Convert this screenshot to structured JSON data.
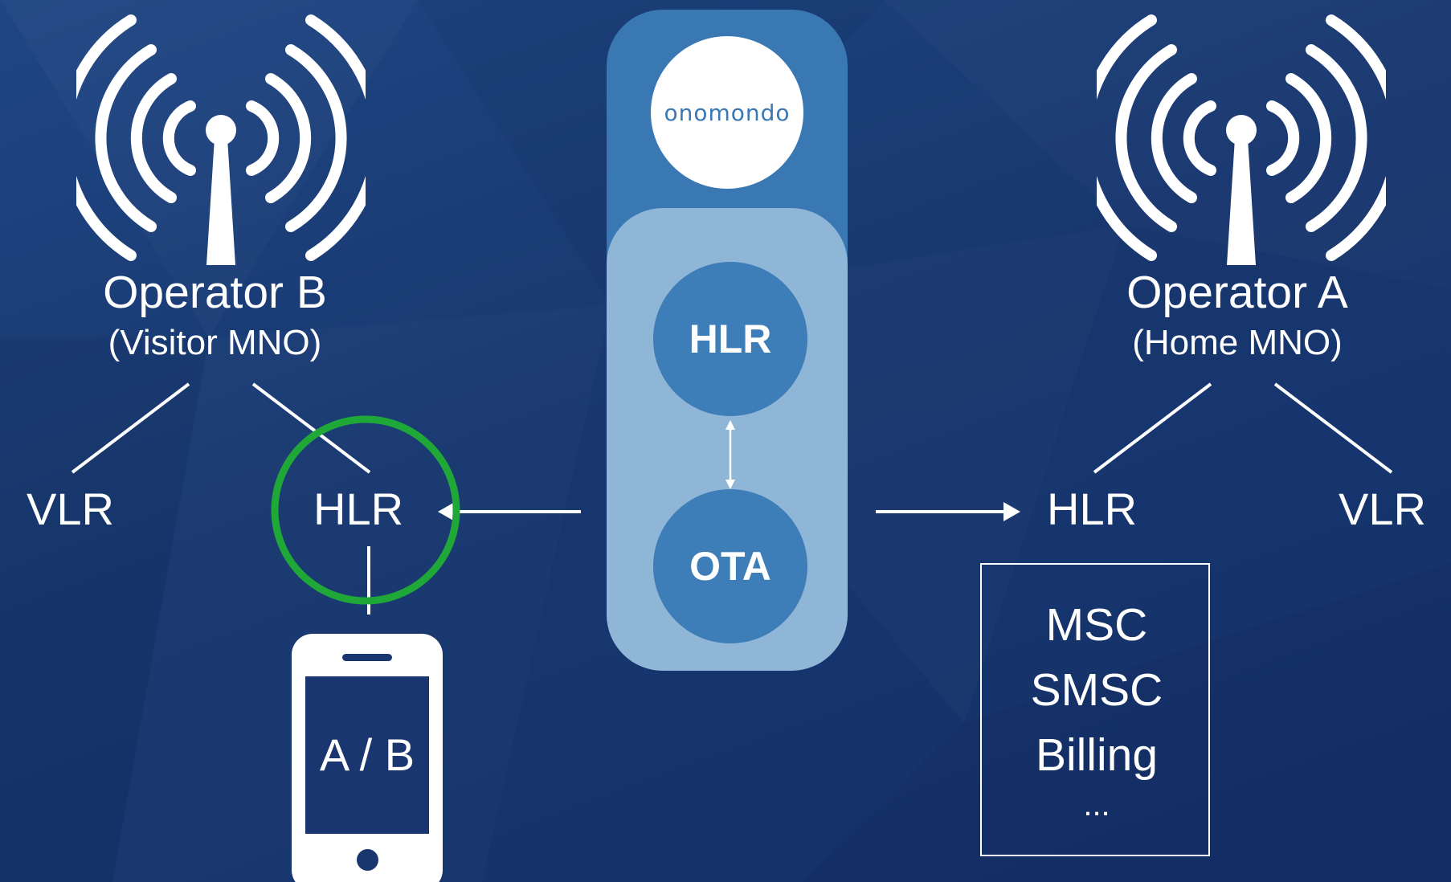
{
  "operator_b": {
    "name": "Operator B",
    "subtitle": "(Visitor MNO)",
    "icon": "radio-tower-icon",
    "nodes": {
      "vlr": "VLR",
      "hlr": "HLR"
    }
  },
  "operator_a": {
    "name": "Operator A",
    "subtitle": "(Home MNO)",
    "icon": "radio-tower-icon",
    "nodes": {
      "hlr": "HLR",
      "vlr": "VLR"
    }
  },
  "onomondo": {
    "logo_text": "onomondo",
    "hlr": "HLR",
    "ota": "OTA"
  },
  "phone": {
    "label": "A / B",
    "icon": "smartphone-icon"
  },
  "home_services": [
    "MSC",
    "SMSC",
    "Billing",
    "..."
  ],
  "colors": {
    "background": "#1a3670",
    "white": "#ffffff",
    "highlight_ring": "#1fa838",
    "pill_outer": "#3a78b4",
    "pill_inner": "#8fb6d6",
    "node_circle": "#3d7db8",
    "service_box_border": "#ffffff"
  }
}
